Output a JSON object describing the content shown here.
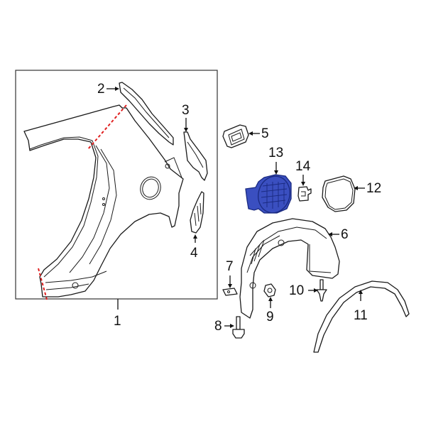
{
  "diagram": {
    "type": "exploded parts diagram",
    "highlight_color": "#3a4fc0",
    "cut_line_color": "#e02020",
    "highlighted_part": "13",
    "callouts": [
      {
        "id": "1",
        "label": "1",
        "part": "quarter-panel"
      },
      {
        "id": "2",
        "label": "2",
        "part": "upper-reinforcement"
      },
      {
        "id": "3",
        "label": "3",
        "part": "rear-bracket"
      },
      {
        "id": "4",
        "label": "4",
        "part": "lower-bracket"
      },
      {
        "id": "5",
        "label": "5",
        "part": "vent-grille"
      },
      {
        "id": "6",
        "label": "6",
        "part": "wheel-liner"
      },
      {
        "id": "7",
        "label": "7",
        "part": "clip"
      },
      {
        "id": "8",
        "label": "8",
        "part": "bolt"
      },
      {
        "id": "9",
        "label": "9",
        "part": "nut"
      },
      {
        "id": "10",
        "label": "10",
        "part": "screw"
      },
      {
        "id": "11",
        "label": "11",
        "part": "wheel-opening-molding"
      },
      {
        "id": "12",
        "label": "12",
        "part": "fuel-door"
      },
      {
        "id": "13",
        "label": "13",
        "part": "fuel-pocket-housing"
      },
      {
        "id": "14",
        "label": "14",
        "part": "fuel-door-hinge"
      }
    ]
  }
}
